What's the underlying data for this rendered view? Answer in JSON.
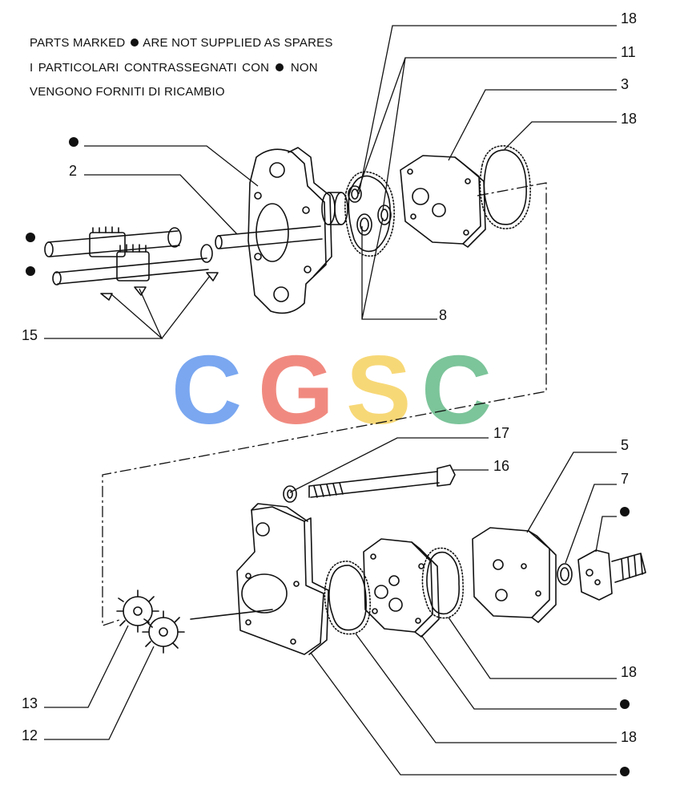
{
  "note": {
    "line1_a": "PARTS MARKED",
    "line1_b": "ARE NOT SUPPLIED AS SPARES",
    "line2_a": "I  PARTICOLARI  CONTRASSEGNATI  CON",
    "line2_b": "NON",
    "line3": "VENGONO FORNITI DI RICAMBIO"
  },
  "watermark": {
    "letters": [
      "C",
      "G",
      "S",
      "C"
    ],
    "colors": [
      "#7aa7f0",
      "#f08a80",
      "#f7d877",
      "#7cc49a"
    ]
  },
  "callouts": {
    "c18_top": "18",
    "c11": "11",
    "c3": "3",
    "c18_b": "18",
    "c2": "2",
    "c8": "8",
    "c15": "15",
    "c17": "17",
    "c16": "16",
    "c5": "5",
    "c7": "7",
    "c18_c": "18",
    "c13": "13",
    "c12": "12",
    "c18_d": "18"
  },
  "colors": {
    "ink": "#111111",
    "paper": "#ffffff"
  }
}
